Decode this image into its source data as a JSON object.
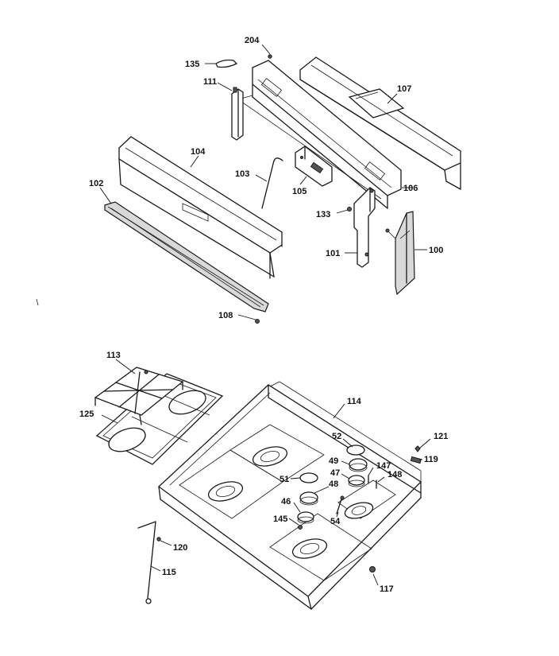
{
  "part_labels": {
    "p204": "204",
    "p135": "135",
    "p111": "111",
    "p107": "107",
    "p104": "104",
    "p103": "103",
    "p105": "105",
    "p106": "106",
    "p102": "102",
    "p133": "133",
    "p101": "101",
    "p100": "100",
    "p108": "108",
    "p113": "113",
    "p114": "114",
    "p125": "125",
    "p52": "52",
    "p121": "121",
    "p49": "49",
    "p147": "147",
    "p119": "119",
    "p51": "51",
    "p47": "47",
    "p148": "148",
    "p48": "48",
    "p46": "46",
    "p54": "54",
    "p145": "145",
    "p120": "120",
    "p115": "115",
    "p117": "117"
  }
}
